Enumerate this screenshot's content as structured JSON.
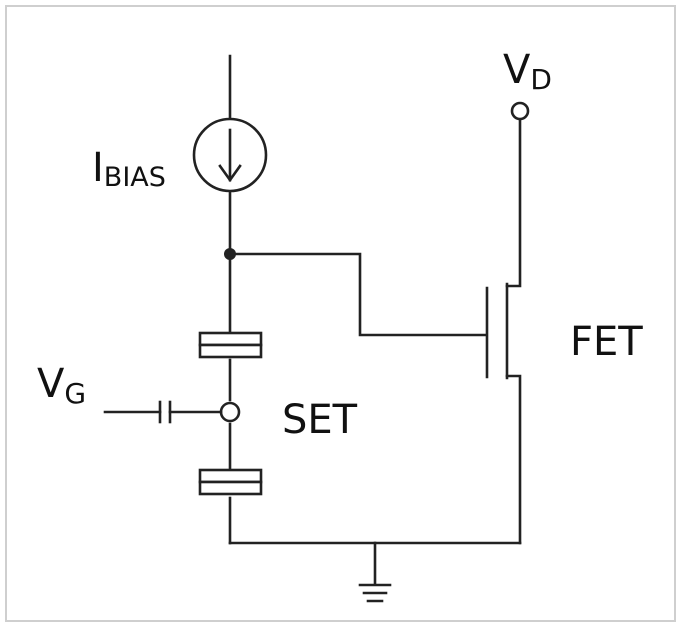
{
  "labels": {
    "ibias_main": "I",
    "ibias_sub": "BIAS",
    "vd_main": "V",
    "vd_sub": "D",
    "vg_main": "V",
    "vg_sub": "G",
    "set": "SET",
    "fet": "FET"
  }
}
